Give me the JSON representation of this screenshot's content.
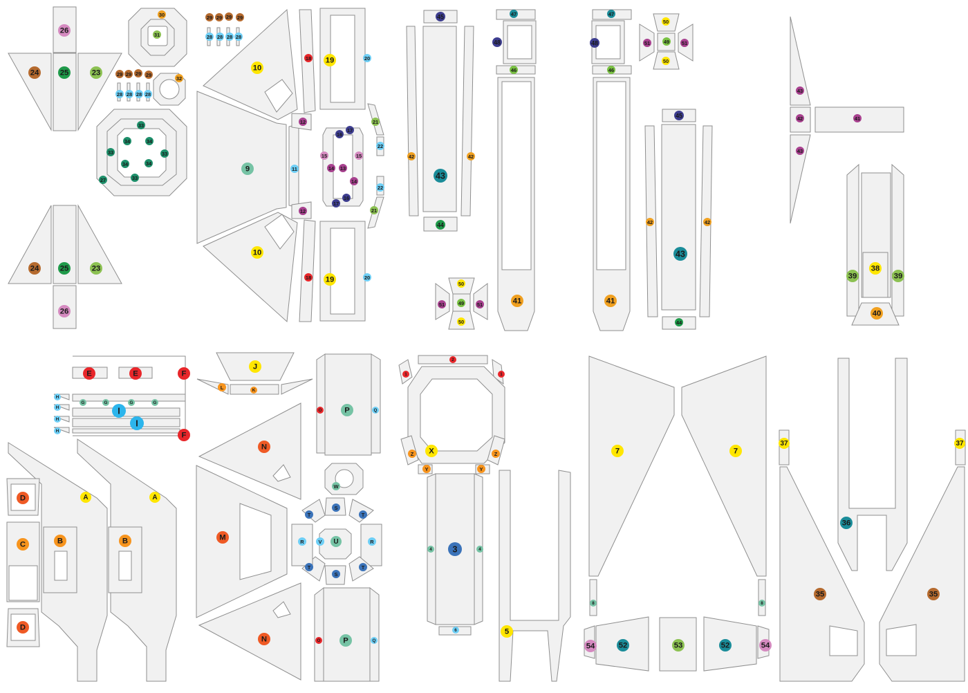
{
  "labels": {
    "l_26": "26",
    "l_24": "24",
    "l_25": "25",
    "l_23": "23",
    "l_30": "30",
    "l_31": "31",
    "l_29": "29",
    "l_28": "28",
    "l_32": "32",
    "l_33": "33",
    "l_34": "34",
    "l_27": "27",
    "l_10": "10",
    "l_9": "9",
    "l_18": "18",
    "l_19": "19",
    "l_12": "12",
    "l_11": "11",
    "l_20": "20",
    "l_21": "21",
    "l_22": "22",
    "l_17": "17",
    "l_16": "16",
    "l_15": "15",
    "l_14": "14",
    "l_13": "13",
    "l_45": "45",
    "l_42": "42",
    "l_43": "43",
    "l_44": "44",
    "l_50": "50",
    "l_49": "49",
    "l_51": "51",
    "l_47": "47",
    "l_48": "48",
    "l_46": "46",
    "l_41": "41",
    "l_39": "39",
    "l_38": "38",
    "l_40": "40",
    "l_E": "E",
    "l_F": "F",
    "l_H": "H",
    "l_G": "G",
    "l_I": "I",
    "l_J": "J",
    "l_L": "L",
    "l_K": "K",
    "l_N": "N",
    "l_M": "M",
    "l_O": "O",
    "l_P": "P",
    "l_Q": "Q",
    "l_W": "W",
    "l_T": "T",
    "l_S": "S",
    "l_R": "R",
    "l_V": "V",
    "l_U": "U",
    "l_A": "A",
    "l_B": "B",
    "l_C": "C",
    "l_D": "D",
    "l_1": "1",
    "l_2": "2",
    "l_X": "X",
    "l_Z": "Z",
    "l_Y": "Y",
    "l_3": "3",
    "l_4": "4",
    "l_6": "6",
    "l_5": "5",
    "l_7": "7",
    "l_8": "8",
    "l_54": "54",
    "l_52": "52",
    "l_53": "53",
    "l_37": "37",
    "l_36": "36",
    "l_35": "35"
  },
  "colors": {
    "part_fill": "#f1f1f1",
    "part_stroke": "#8e8e8e",
    "pink": "#d58ac0",
    "brown": "#b56a2e",
    "green": "#1f9a4a",
    "lime": "#8cc152",
    "yellow": "#ffe600",
    "orange": "#f0a020",
    "light_blue": "#6ecff6",
    "teal_green": "#1d8f6a",
    "seafoam": "#76c3a5",
    "magenta": "#a8418f",
    "blue": "#3b73b9",
    "navy": "#3d3d8f",
    "teal": "#1a8c99",
    "red": "#e8262a",
    "sky": "#2cb5ec",
    "red_orange": "#ef5a25",
    "orange2": "#f7941d",
    "bright_green": "#79c142"
  }
}
